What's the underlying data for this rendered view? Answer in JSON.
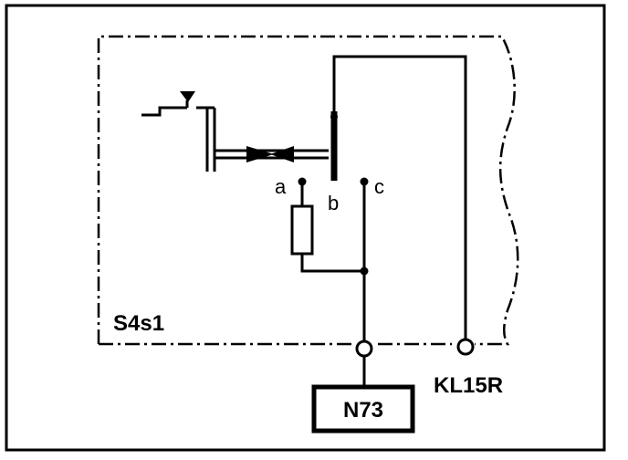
{
  "diagram": {
    "component_label": "S4s1",
    "terminals": {
      "a": "a",
      "b": "b",
      "c": "c"
    },
    "connector_label": "KL15R",
    "module_label": "N73"
  }
}
